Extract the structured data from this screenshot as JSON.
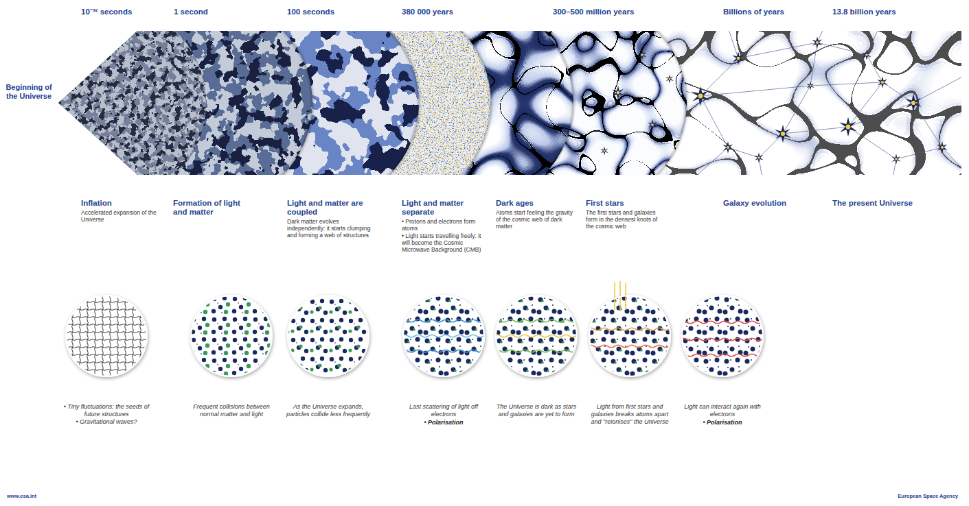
{
  "diagram": {
    "nodes": [
      {
        "text": [
          "• Tiny fluctuations: the seeds of future structures",
          "• Gravitational waves?"
        ]
      },
      {
        "text": [
          "Frequent collisions between normal matter and light"
        ]
      },
      {
        "text": [
          "As the Universe expands, particles collide less frequently"
        ]
      },
      {
        "text": [
          "Last scattering of light off electrons",
          "• Polarisation"
        ]
      },
      {
        "text": [
          "The Universe is dark as stars and galaxies are yet to form"
        ]
      },
      {
        "text": [
          "Light from first stars and galaxies breaks atoms apart and \"reionises\" the Universe"
        ]
      },
      {
        "text": [
          "Light can interact again with electrons",
          "• Polarisation"
        ]
      }
    ],
    "labels": [
      "10⁻³² seconds",
      "1 second",
      "100 seconds",
      "380 000 years",
      "300–500 million years",
      "Billions of years",
      "13.8 billion years",
      "Beginning of the Universe",
      "Inflation",
      "Accelerated expansion of the Universe",
      "Formation of light and matter",
      "Light and matter are coupled",
      "Dark matter evolves independently: it starts clumping and forming a web of structures",
      "Light and matter separate",
      "• Protons and electrons form atoms",
      "• Light starts travelling freely: it will become the Cosmic Microwave Background (CMB)",
      "Dark ages",
      "Atoms start feeling the gravity of the cosmic web of dark matter",
      "First stars",
      "The first stars and galaxies form in the densest knots of the cosmic web",
      "Galaxy evolution",
      "The present Universe",
      "www.esa.int",
      "European Space Agency"
    ]
  }
}
